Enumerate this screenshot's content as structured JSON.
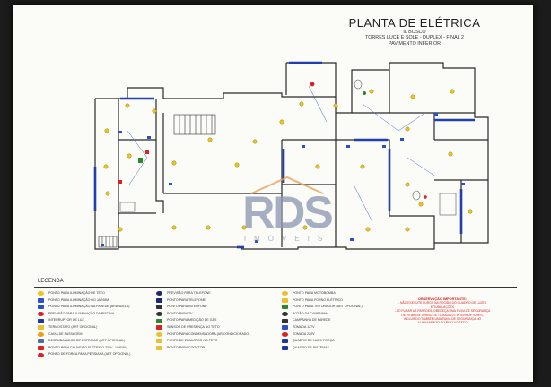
{
  "title": "PLANTA DE ELÉTRICA",
  "subtitle_lines": [
    "IL BOSCO",
    "TORRES LUCE E SOLE - DUPLEX - FINAL 2",
    "PAVIMENTO INFERIOR"
  ],
  "watermark": {
    "logo": "RDS",
    "tag": "IMÓVEIS",
    "color": "#8d9ab2",
    "accent": "#e8a35a"
  },
  "legend": {
    "title": "LEGENDA",
    "col1": [
      {
        "icon": "ceiling-light-icon",
        "color": "#f0c419",
        "label": "PONTO PARA ILUMINAÇÃO DE TETO"
      },
      {
        "icon": "garden-light-icon",
        "color": "#2b4fc9",
        "label": "PONTO PARA ILUMINAÇÃO DO JARDIM"
      },
      {
        "icon": "wall-light-icon",
        "color": "#2b4fc9",
        "label": "PONTO PARA ILUMINAÇÃO NA PAREDE (ARANDELA)"
      },
      {
        "icon": "pool-light-icon",
        "color": "#d22",
        "label": "PREVISÃO PARA ILUMINAÇÃO DA PISCINA"
      },
      {
        "icon": "light-switch-icon",
        "color": "#1a3a9a",
        "label": "INTERRUPTOR DE LUZ"
      },
      {
        "icon": "thermostat-icon",
        "color": "#e8c030",
        "label": "TERMOSTATO (ART OPCIONAL)"
      },
      {
        "icon": "exhaust-fan-icon",
        "color": "#f39c12",
        "label": "CAIXA DE PASSAGEM"
      },
      {
        "icon": "breaker-icon",
        "color": "#4a6fa5",
        "label": "DESEMBALADOR DE ESPECIAO (ART OPCIONAL)"
      },
      {
        "icon": "heater-outlet-icon",
        "color": "#d22",
        "label": "PONTO PARA CHUVEIRO ELÉTRICO 220V - VARIÁV."
      },
      {
        "icon": "power-outlet-icon",
        "color": "#d22",
        "label": "PONTO DE FORÇA PARA PERSIANA (ART OPCIONAL)"
      }
    ],
    "col2": [
      {
        "icon": "phone-outlet-icon",
        "color": "#1a2a6a",
        "label": "PREVISÃO PARA TELEFONE"
      },
      {
        "icon": "phone-outlet-icon",
        "color": "#1a2a6a",
        "label": "PONTO PARA TELEFONE"
      },
      {
        "icon": "intercom-icon",
        "color": "#333",
        "label": "PONTO PARA INTERFONE"
      },
      {
        "icon": "tv-outlet-icon",
        "color": "#333",
        "label": "PONTO PARA TV"
      },
      {
        "icon": "gas-meter-icon",
        "color": "#2a8a2a",
        "label": "PONTO PARA MEDIÇÃO DE GÁS"
      },
      {
        "icon": "presence-sensor-icon",
        "color": "#d22",
        "label": "SENSOR DE PRESENÇA NO TETO"
      },
      {
        "icon": "ac-outlet-icon",
        "color": "#e8c030",
        "label": "PONTO PARA CONDENSADORA (AR CONDICIONADO)"
      },
      {
        "icon": "ceiling-fan-icon",
        "color": "#e8c030",
        "label": "PONTO DE EXAUSTOR NO TETO"
      },
      {
        "icon": "cooktop-outlet-icon",
        "color": "#e8c030",
        "label": "PONTO PARA COOKTOP"
      }
    ],
    "col3": [
      {
        "icon": "pump-outlet-icon",
        "color": "#e8c030",
        "label": "PONTO PARA MOTOBOMBA"
      },
      {
        "icon": "oven-outlet-icon",
        "color": "#e8c030",
        "label": "PONTO PARA FORNO ELÉTRICO"
      },
      {
        "icon": "disposal-outlet-icon",
        "color": "#2a8a2a",
        "label": "PONTO PARA TRITURADOR (ART OPCIONAL)"
      },
      {
        "icon": "doorbell-icon",
        "color": "#333",
        "label": "BOTÃO DA CAMPAINHA"
      },
      {
        "icon": "bell-icon",
        "color": "#333",
        "label": "CAMPAINHA DE PAREDE"
      },
      {
        "icon": "outlet-127-icon",
        "color": "#2b4fc9",
        "label": "TOMADA 127V"
      },
      {
        "icon": "outlet-220-icon",
        "color": "#d22",
        "label": "TOMADA 220V"
      },
      {
        "icon": "distribution-board-icon",
        "color": "#1a3a9a",
        "label": "QUADRO DE LUZ E FORÇA"
      },
      {
        "icon": "systems-board-icon",
        "color": "#1a3a9a",
        "label": "QUADRO DE SISTEMAS"
      }
    ]
  },
  "observation": {
    "heading": "OBSERVAÇÃO IMPORTANTE:",
    "lines": [
      "- NÃO EXECUTE FUROS NA REGIÃO DO QUADRO DE LUZES",
      "E TUBULAÇÕES",
      "- AO FURAR AS PAREDES, OBEDEÇA UMA FAIXA DE SEGURANÇA",
      "DE 20 cm EM TORNO DE TOMADAS E INTERRUPTORES,",
      "INCLUINDO TAMBÉM UMA FAIXA DE SEGURANÇA NO",
      "ALINHAMENTO DO PISO AO TETO"
    ]
  },
  "colors": {
    "wall": "#2a2a2a",
    "wire": "#2b4fc9",
    "accent_blue": "#1f3fb0",
    "light": "#f0c419",
    "warn": "#d22"
  }
}
